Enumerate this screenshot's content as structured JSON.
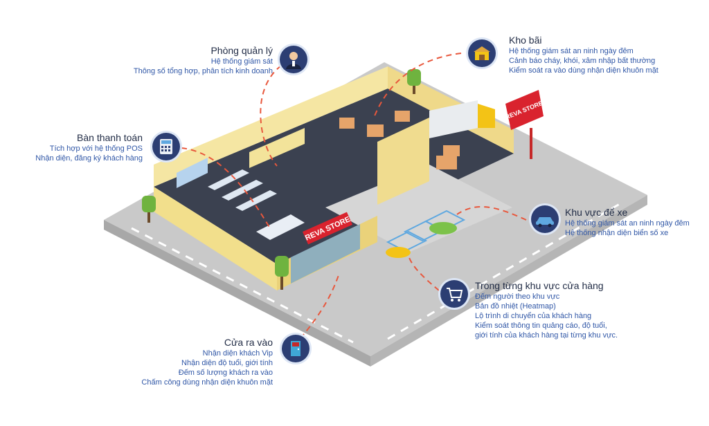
{
  "store_sign": "REVA STORE",
  "colors": {
    "accent_blue": "#2f56a6",
    "title": "#1f2a44",
    "badge": "#2c3e73",
    "wall": "#f5e6a3",
    "sign_red": "#d9232e",
    "dash": "#e8573c"
  },
  "callouts": {
    "management": {
      "icon": "manager-icon",
      "title": "Phòng quản lý",
      "lines": [
        "Hệ thống giám sát",
        "Thông số tổng hợp, phân tích kinh doanh"
      ]
    },
    "warehouse": {
      "icon": "warehouse-icon",
      "title": "Kho bãi",
      "lines": [
        "Hệ thống giám sát an ninh ngày đêm",
        "Cảnh báo cháy, khói, xâm nhập bất thường",
        "Kiểm soát ra vào dùng nhận diện khuôn mặt"
      ]
    },
    "checkout": {
      "icon": "calculator-icon",
      "title": "Bàn thanh toán",
      "lines": [
        "Tích hợp với hệ thống POS",
        "Nhận diện, đăng ký khách hàng"
      ]
    },
    "parking": {
      "icon": "car-icon",
      "title": "Khu vực để xe",
      "lines": [
        "Hệ thống giám sát an ninh ngày đêm",
        "Hệ thống nhận diện biển số xe"
      ]
    },
    "store_zones": {
      "icon": "shopping-cart-icon",
      "title": "Trong từng khu vực cửa hàng",
      "lines": [
        "Đếm người theo khu vực",
        "Bản đồ nhiệt (Heatmap)",
        "Lộ trình di chuyển của khách hàng",
        "Kiểm soát thông tin quảng cáo, độ tuổi,",
        "giới tính của khách hàng tại từng khu vực."
      ]
    },
    "entrance": {
      "icon": "door-icon",
      "title": "Cửa ra vào",
      "lines": [
        "Nhận diện khách Vip",
        "Nhận diện độ tuổi, giới tính",
        "Đếm số lượng khách ra vào",
        "Chấm công dùng nhận diện khuôn mặt"
      ]
    }
  }
}
